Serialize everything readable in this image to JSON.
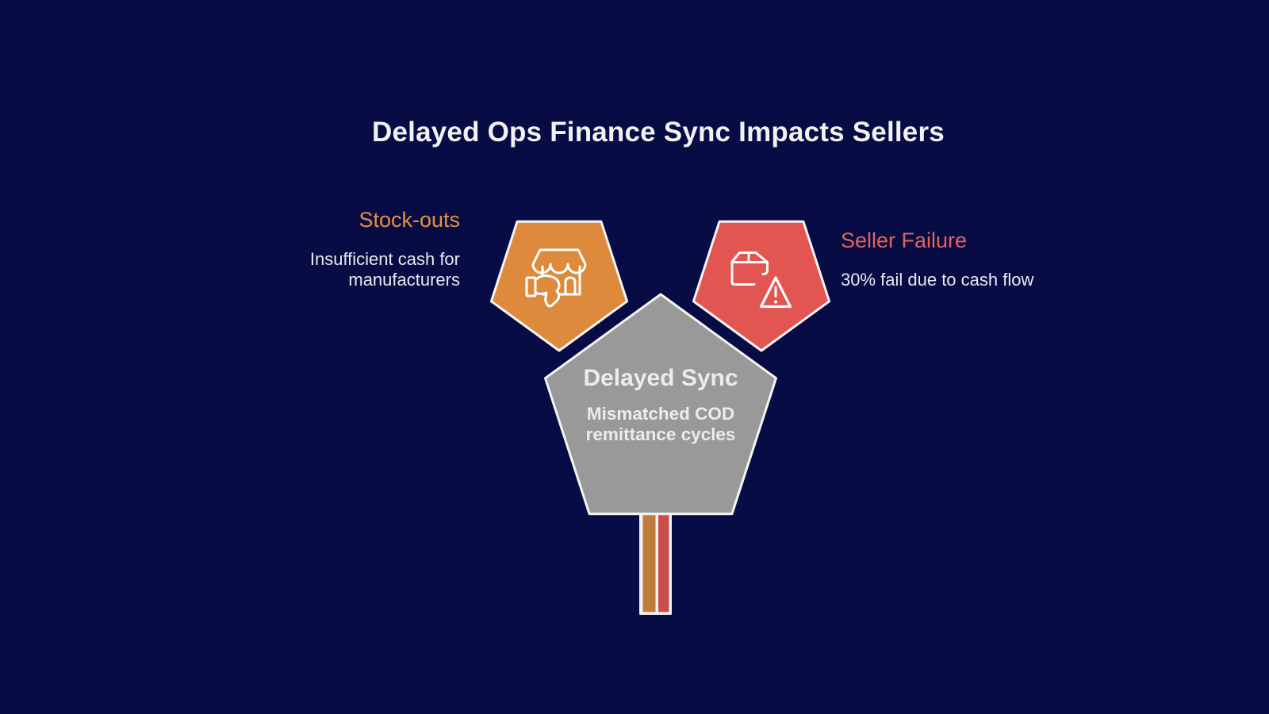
{
  "page": {
    "title": "Delayed Ops Finance Sync Impacts Sellers",
    "background_color": "#070c44",
    "title_color": "#f2f2f2"
  },
  "nodes": {
    "stockouts": {
      "label": "Stock-outs",
      "description": "Insufficient cash for manufacturers",
      "fill": "#dd8a3c",
      "label_color": "#e78f3d",
      "icon": "storefront-thumbs-down-icon"
    },
    "seller_failure": {
      "label": "Seller Failure",
      "description": "30% fail due to cash flow",
      "fill": "#e25551",
      "label_color": "#e4625c",
      "icon": "package-warning-icon"
    },
    "delayed_sync": {
      "label": "Delayed Sync",
      "description": "Mismatched COD remittance cycles",
      "fill": "#999999",
      "text_color": "#ececec"
    }
  },
  "stem": {
    "outline": "#f2f2f2",
    "left_stripe": "#bf7c3d",
    "right_stripe": "#c74f4b"
  },
  "shape_outline_color": "#f5f5f5"
}
